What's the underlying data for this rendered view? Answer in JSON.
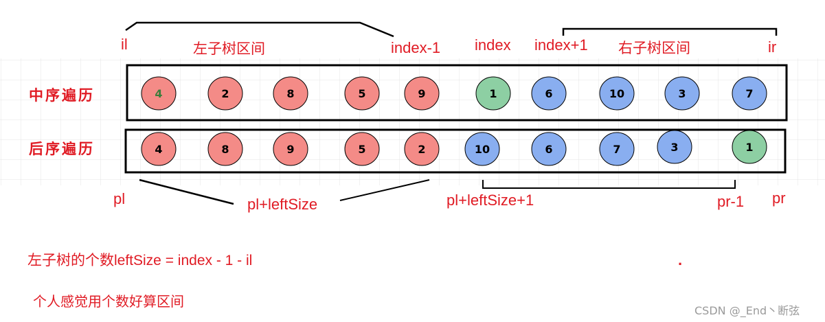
{
  "colors": {
    "left_subtree": "#f48b87",
    "right_subtree": "#89aef0",
    "root": "#8dcfa3",
    "label_red": "#e01b24",
    "root_digit_green": "#3b7d3b",
    "ink": "#000000",
    "grid": "#e4e4e4"
  },
  "rows": [
    {
      "title": "中序遍历",
      "nodes": [
        {
          "value": "4",
          "role": "left"
        },
        {
          "value": "2",
          "role": "left"
        },
        {
          "value": "8",
          "role": "left"
        },
        {
          "value": "5",
          "role": "left"
        },
        {
          "value": "9",
          "role": "left"
        },
        {
          "value": "1",
          "role": "root"
        },
        {
          "value": "6",
          "role": "right"
        },
        {
          "value": "10",
          "role": "right"
        },
        {
          "value": "3",
          "role": "right"
        },
        {
          "value": "7",
          "role": "right"
        }
      ]
    },
    {
      "title": "后序遍历",
      "nodes": [
        {
          "value": "4",
          "role": "left"
        },
        {
          "value": "8",
          "role": "left"
        },
        {
          "value": "9",
          "role": "left"
        },
        {
          "value": "5",
          "role": "left"
        },
        {
          "value": "2",
          "role": "left"
        },
        {
          "value": "10",
          "role": "right"
        },
        {
          "value": "6",
          "role": "right"
        },
        {
          "value": "7",
          "role": "right"
        },
        {
          "value": "3",
          "role": "right"
        },
        {
          "value": "1",
          "role": "root"
        }
      ]
    }
  ],
  "labels": {
    "il": "il",
    "left_interval": "左子树区间",
    "index_minus_1": "index-1",
    "index": "index",
    "index_plus_1": "index+1",
    "right_interval": "右子树区间",
    "ir": "ir",
    "pl": "pl",
    "pl_leftsize": "pl+leftSize",
    "pl_leftsize_1": "pl+leftSize+1",
    "pr_minus_1": "pr-1",
    "pr": "pr"
  },
  "notes": {
    "formula": "左子树的个数leftSize = index - 1 - il",
    "comment": "个人感觉用个数好算区间",
    "dot": "."
  },
  "watermark": "CSDN @_End丶断弦"
}
